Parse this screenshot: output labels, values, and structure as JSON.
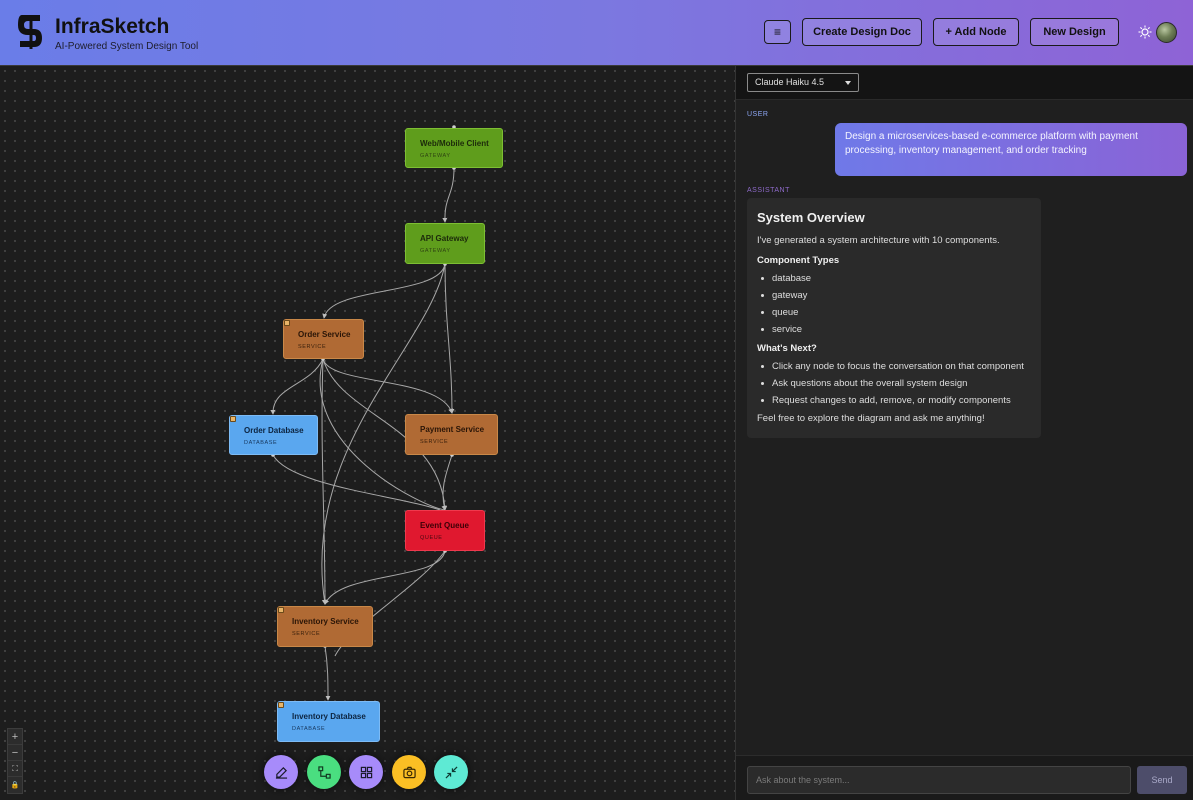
{
  "header": {
    "title": "InfraSketch",
    "subtitle": "AI-Powered System Design Tool",
    "menu_glyph": "≡",
    "create_doc_label": "Create Design Doc",
    "add_node_label": "+ Add Node",
    "new_design_label": "New Design"
  },
  "diagram": {
    "nodes": [
      {
        "id": "web",
        "title": "Web/Mobile Client",
        "type": "GATEWAY",
        "kind": "gateway"
      },
      {
        "id": "api",
        "title": "API Gateway",
        "type": "GATEWAY",
        "kind": "gateway"
      },
      {
        "id": "order",
        "title": "Order Service",
        "type": "SERVICE",
        "kind": "service"
      },
      {
        "id": "orderdb",
        "title": "Order Database",
        "type": "DATABASE",
        "kind": "database"
      },
      {
        "id": "payment",
        "title": "Payment Service",
        "type": "SERVICE",
        "kind": "service"
      },
      {
        "id": "queue",
        "title": "Event Queue",
        "type": "QUEUE",
        "kind": "queue"
      },
      {
        "id": "inventory",
        "title": "Inventory Service",
        "type": "SERVICE",
        "kind": "service"
      },
      {
        "id": "invdb",
        "title": "Inventory Database",
        "type": "DATABASE",
        "kind": "database"
      }
    ]
  },
  "canvas_controls": {
    "zoom_in": "+",
    "zoom_out": "−",
    "fit_view": "⛶",
    "lock": "🔒"
  },
  "toolbar_fabs": [
    {
      "icon": "edit-icon",
      "color": "#a78bfa"
    },
    {
      "icon": "layout-icon",
      "color": "#4ade80"
    },
    {
      "icon": "grid-icon",
      "color": "#a78bfa"
    },
    {
      "icon": "camera-icon",
      "color": "#fbbf24"
    },
    {
      "icon": "collapse-icon",
      "color": "#5eead4"
    }
  ],
  "chat": {
    "model": "Claude Haiku 4.5",
    "user_role": "USER",
    "user_message": "Design a microservices-based e-commerce platform with payment processing, inventory management, and order tracking",
    "assistant_role": "ASSISTANT",
    "assistant": {
      "heading": "System Overview",
      "intro": "I've generated a system architecture with 10 components.",
      "types_heading": "Component Types",
      "types": [
        "database",
        "gateway",
        "queue",
        "service"
      ],
      "next_heading": "What's Next?",
      "next_items": [
        "Click any node to focus the conversation on that component",
        "Ask questions about the overall system design",
        "Request changes to add, remove, or modify components"
      ],
      "footer": "Feel free to explore the diagram and ask me anything!"
    },
    "input_placeholder": "Ask about the system...",
    "send_label": "Send"
  }
}
